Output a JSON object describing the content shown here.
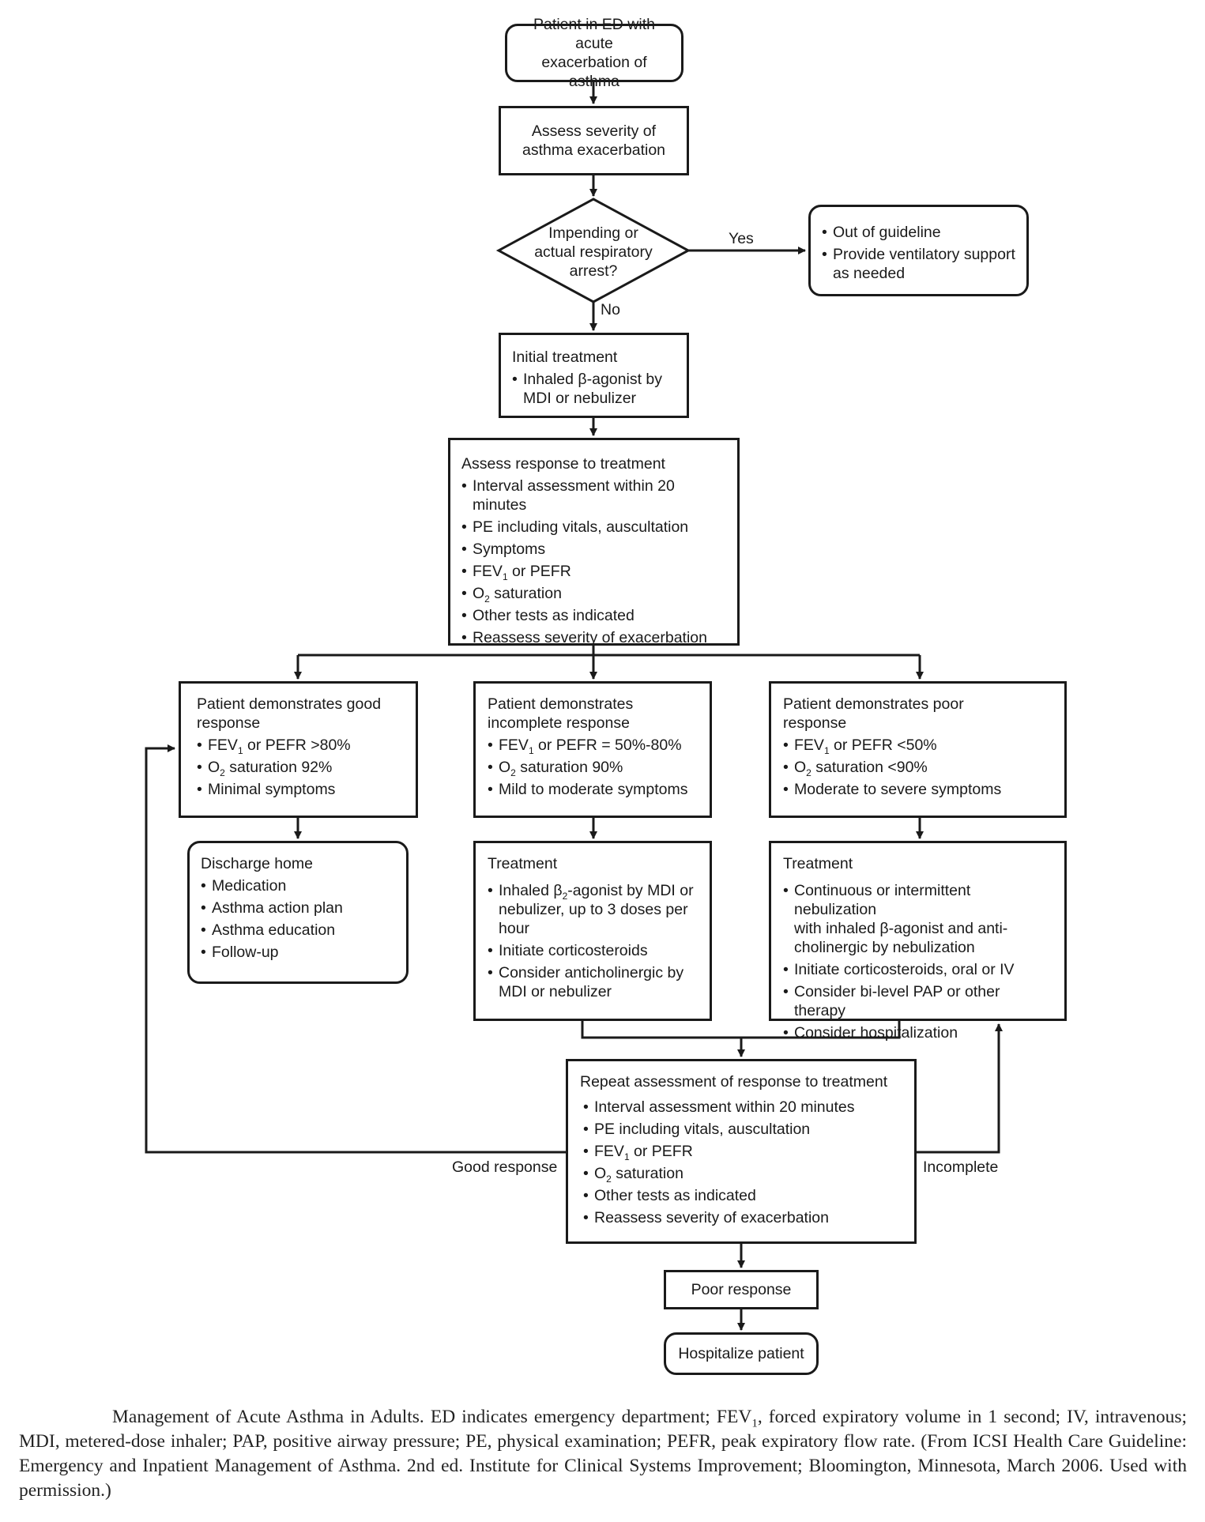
{
  "start": {
    "line1": "Patient in ED with acute",
    "line2": "exacerbation of asthma"
  },
  "assess_severity": {
    "line1": "Assess severity of",
    "line2": "asthma exacerbation"
  },
  "decision": {
    "line1": "Impending or",
    "line2": "actual respiratory",
    "line3": "arrest?",
    "yes_label": "Yes",
    "no_label": "No"
  },
  "out_of_guideline": {
    "item1": "Out of guideline",
    "item2a": "Provide ventilatory support",
    "item2b": "as needed"
  },
  "initial_treatment": {
    "title": "Initial treatment",
    "item1a": "Inhaled β-agonist by",
    "item1b": "MDI or nebulizer"
  },
  "assess_response": {
    "title": "Assess response to treatment",
    "item1": "Interval assessment within 20 minutes",
    "item2": "PE including vitals, auscultation",
    "item3": "Symptoms",
    "item4_pre": "FEV",
    "item4_sub": "1",
    "item4_post": " or PEFR",
    "item5_pre": "O",
    "item5_sub": "2",
    "item5_post": " saturation",
    "item6": "Other tests as indicated",
    "item7": "Reassess severity of exacerbation"
  },
  "good": {
    "title_a": "Patient demonstrates good",
    "title_b": "response",
    "item1_pre": "FEV",
    "item1_sub": "1",
    "item1_post": " or PEFR >80%",
    "item2_pre": "O",
    "item2_sub": "2",
    "item2_post": " saturation  92%",
    "item3": "Minimal symptoms"
  },
  "incomplete": {
    "title_a": "Patient demonstrates",
    "title_b": "incomplete response",
    "item1_pre": "FEV",
    "item1_sub": "1",
    "item1_post": " or PEFR = 50%-80%",
    "item2_pre": "O",
    "item2_sub": "2",
    "item2_post": " saturation  90%",
    "item3": "Mild to moderate symptoms"
  },
  "poor": {
    "title_a": "Patient demonstrates poor",
    "title_b": "response",
    "item1_pre": "FEV",
    "item1_sub": "1",
    "item1_post": " or PEFR <50%",
    "item2_pre": "O",
    "item2_sub": "2",
    "item2_post": " saturation <90%",
    "item3": "Moderate to severe symptoms"
  },
  "discharge": {
    "title": "Discharge home",
    "item1": "Medication",
    "item2": "Asthma action plan",
    "item3": "Asthma education",
    "item4": "Follow-up"
  },
  "treatment_incomplete": {
    "title": "Treatment",
    "item1_pre": "Inhaled β",
    "item1_sub": "2",
    "item1_post": "-agonist by MDI or",
    "item1_b": "nebulizer, up to 3 doses per",
    "item1_c": "hour",
    "item2": "Initiate corticosteroids",
    "item3a": "Consider anticholinergic by",
    "item3b": "MDI or nebulizer"
  },
  "treatment_poor": {
    "title": "Treatment",
    "item1a": "Continuous or intermittent nebulization",
    "item1b": "with inhaled β-agonist and anti-",
    "item1c": "cholinergic by nebulization",
    "item2": "Initiate corticosteroids, oral or IV",
    "item3": "Consider bi-level PAP or other therapy",
    "item4": "Consider hospitalization"
  },
  "repeat": {
    "title": "Repeat assessment of response to treatment",
    "item1": "Interval assessment within 20 minutes",
    "item2": "PE including vitals, auscultation",
    "item3_pre": "FEV",
    "item3_sub": "1",
    "item3_post": " or PEFR",
    "item4_pre": "O",
    "item4_sub": "2",
    "item4_post": " saturation",
    "item5": "Other tests as indicated",
    "item6": "Reassess severity of exacerbation"
  },
  "labels": {
    "good_response": "Good response",
    "incomplete": "Incomplete"
  },
  "poor_response": "Poor response",
  "hospitalize": "Hospitalize patient",
  "caption": {
    "part1": "Management of Acute Asthma in Adults. ED indicates emergency department; FEV",
    "sub": "1",
    "part2": ", forced expiratory volume in 1 second; IV, intravenous; MDI, metered-dose inhaler; PAP, positive airway pressure; PE, physical examination; PEFR, peak expiratory flow rate. (From ICSI Health Care Guideline: Emergency and Inpatient Management of Asthma. 2nd ed. Institute for Clinical Systems Improvement; Bloomington, Minnesota, March 2006. Used with permission.)"
  }
}
